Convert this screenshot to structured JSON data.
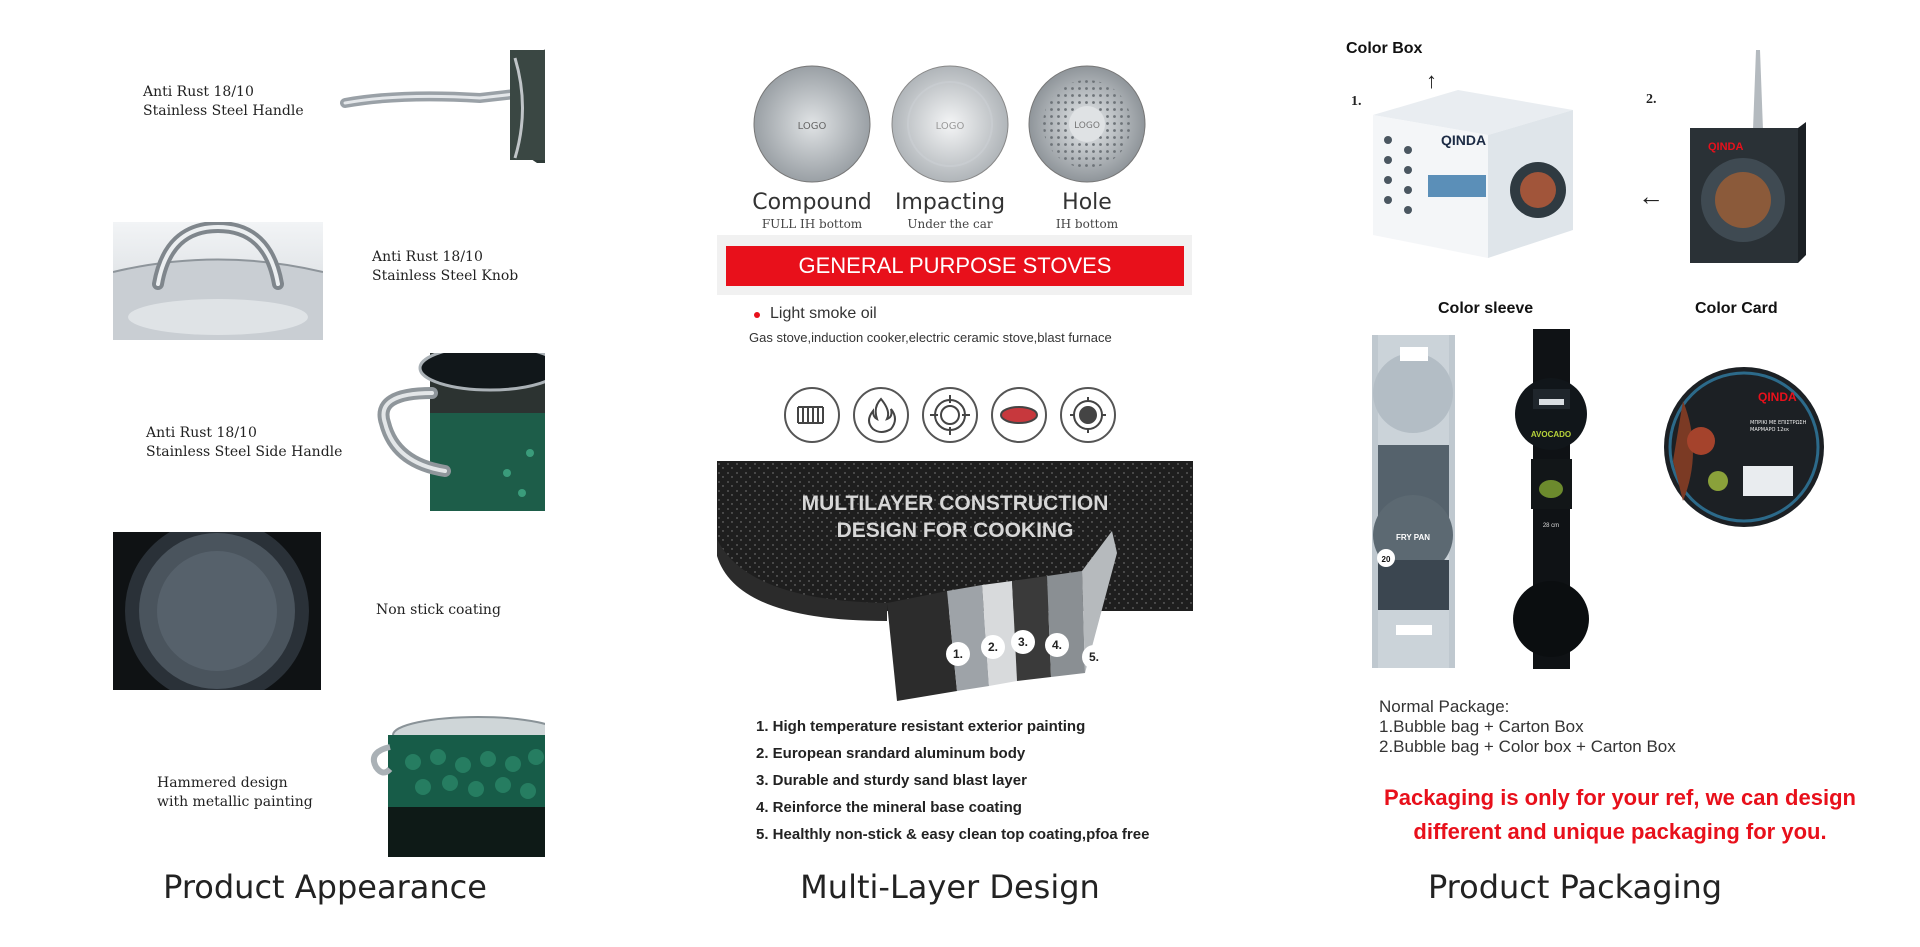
{
  "appearance": {
    "title": "Product Appearance",
    "features": [
      {
        "label": "Anti Rust 18/10\nStainless Steel Handle"
      },
      {
        "label": "Anti Rust 18/10\nStainless Steel Knob"
      },
      {
        "label": "Anti Rust 18/10\nStainless Steel Side Handle"
      },
      {
        "label": "Non stick coating"
      },
      {
        "label": "Hammered design\nwith metallic painting"
      }
    ]
  },
  "multilayer": {
    "title": "Multi-Layer Design",
    "bottoms": [
      {
        "name": "Compound",
        "sub": "FULL IH bottom",
        "logo": "LOGO"
      },
      {
        "name": "Impacting",
        "sub": "Under the car",
        "logo": "LOGO"
      },
      {
        "name": "Hole",
        "sub": "IH bottom",
        "logo": "LOGO"
      }
    ],
    "banner": "GENERAL PURPOSE STOVES",
    "oil_note": "Light smoke oil",
    "stoves": "Gas stove,induction cooker,electric ceramic stove,blast furnace",
    "stove_icons": [
      "induction-coil-icon",
      "flame-icon",
      "gas-burner-icon",
      "ceramic-plate-icon",
      "electric-hob-icon"
    ],
    "construction_title_1": "MULTILAYER CONSTRUCTION",
    "construction_title_2": "DESIGN FOR COOKING",
    "layer_markers": [
      "1.",
      "2.",
      "3.",
      "4.",
      "5."
    ],
    "layers": [
      "1. High temperature resistant exterior painting",
      "2. European srandard aluminum body",
      "3. Durable and sturdy sand blast layer",
      "4. Reinforce the mineral base coating",
      "5. Healthly non-stick & easy clean top coating,pfoa free"
    ]
  },
  "packaging": {
    "title": "Product Packaging",
    "color_box": "Color Box",
    "num_1": "1.",
    "num_2": "2.",
    "color_sleeve": "Color sleeve",
    "color_card": "Color Card",
    "brand": "QINDA",
    "sleeve_text": "FRY PAN",
    "sleeve_size": "20",
    "sleeve2_text": "AVOCADO",
    "sleeve2_size": "28 cm",
    "card_text": "ΜΠΡΙΚΙ ΜΕ ΕΠΙΣΤΡΩΣΗ\nΜΑΡΜΑΡΟ 12εκ",
    "normal_package": "Normal Package:\n1.Bubble bag + Carton Box\n2.Bubble bag + Color box + Carton Box",
    "note": "Packaging is only for your ref, we can design\ndifferent and unique packaging for you."
  },
  "colors": {
    "red": "#e8101b",
    "green": "#1f7a5c",
    "steel": "#b9bec4"
  }
}
